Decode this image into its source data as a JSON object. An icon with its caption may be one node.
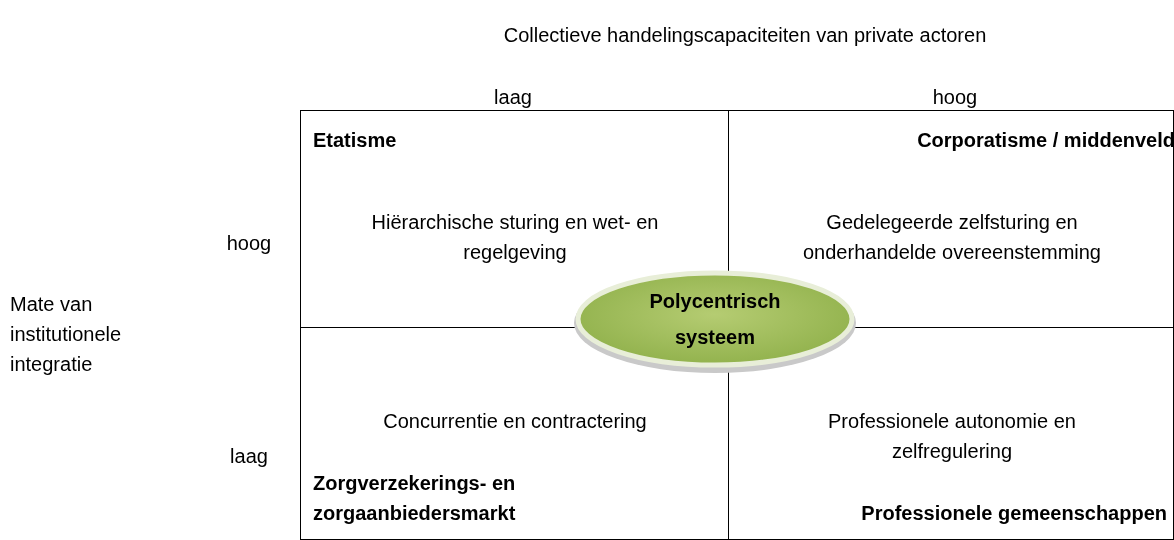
{
  "diagram": {
    "nodes": [
      {
        "text": [
          "Etatisme",
          "Hiërarchische sturing en wet- en regelgeving"
        ]
      },
      {
        "text": [
          "Corporatisme / middenveld",
          "Gedelegeerde zelfsturing en onderhandelde overeenstemming"
        ]
      },
      {
        "text": [
          "Concurrentie en contractering",
          "Zorgverzekerings- en zorgaanbiedersmarkt"
        ]
      },
      {
        "text": [
          "Professionele autonomie en zelfregulering",
          "Professionele gemeenschappen"
        ]
      },
      {
        "text": [
          "Polycentrisch systeem"
        ]
      }
    ],
    "labels": [
      "Collectieve handelingscapaciteiten van private actoren",
      "laag",
      "hoog",
      "hoog",
      "Mate van institutionele integratie",
      "laag"
    ]
  }
}
